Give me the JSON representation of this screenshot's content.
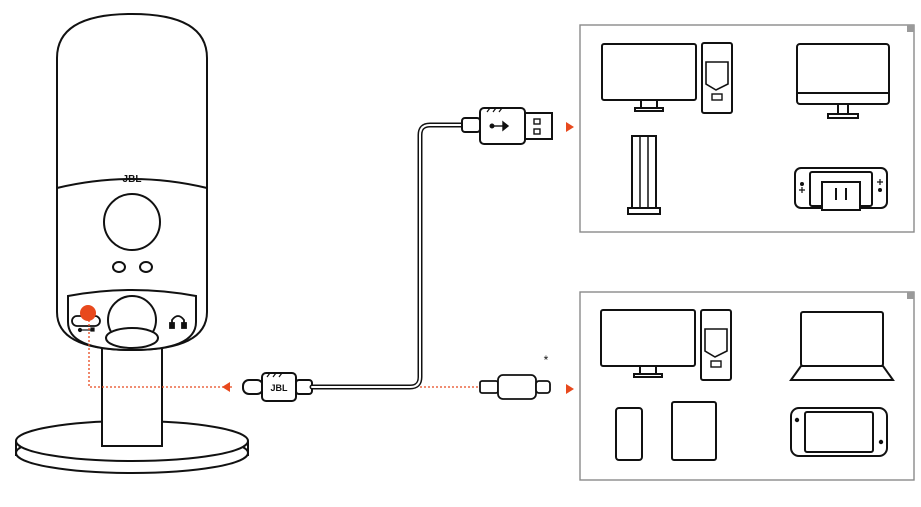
{
  "brand": {
    "mic_logo": "JBL",
    "cable_logo": "JBL"
  },
  "footnote_marker": "*",
  "colors": {
    "accent": "#e8491d",
    "line": "#111111",
    "panel_border": "#8a8a8a",
    "panel_corner": "#9a9a9a"
  },
  "panels": {
    "usb_a": {
      "devices": [
        "desktop-monitor",
        "pc-tower",
        "imac",
        "game-console",
        "nintendo-switch-docked"
      ]
    },
    "usb_c": {
      "devices": [
        "desktop-monitor",
        "pc-tower",
        "laptop",
        "smartphone",
        "tablet",
        "nintendo-switch-handheld"
      ]
    }
  },
  "icons": {
    "usb_port": "usb-icon",
    "headphone_port": "headphone-icon",
    "arrow": "arrow-right-icon"
  }
}
